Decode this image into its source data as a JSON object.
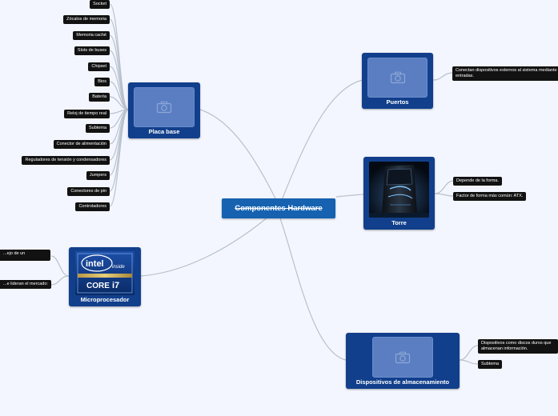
{
  "central": {
    "label": "Componentes Hardware"
  },
  "nodes": {
    "placa_base": {
      "label": "Placa base"
    },
    "puertos": {
      "label": "Puertos"
    },
    "torre": {
      "label": "Torre"
    },
    "microprocesador": {
      "label": "Microprocesador"
    },
    "almacenamiento": {
      "label": "Dispositivos de almacenamiento"
    }
  },
  "placa_base_items": [
    "Socket",
    "Zócalos de memoria",
    "Memoria caché",
    "Slots de buses",
    "Chipset",
    "Bios",
    "Batería",
    "Reloj de tiempo real",
    "Subtema",
    "Conector de alimentación",
    "Reguladores de tensión y condensadores",
    "Jumpers",
    "Conectores de pin",
    "Controladores"
  ],
  "puertos_items": {
    "0": "Conectan dispositivos externos al sistema mediante entradas."
  },
  "torre_items": {
    "0": "Depende de la forma.",
    "1": "Factor de forma más común: ATX."
  },
  "micro_items": {
    "0": "...ejo de un",
    "1": "...e lideran el mercado:"
  },
  "almac_items": {
    "0": "Dispositivos como discos duros que almacenan información.",
    "1": "Subtema"
  },
  "intel_logo": {
    "brand": "intel",
    "inside": "inside",
    "core": "CORE",
    "model": "i7"
  },
  "colors": {
    "background": "#f3f6fe",
    "central": "#1662b0",
    "node": "#113f8c",
    "placeholder": "#5a7ec1",
    "tag": "#121212",
    "link": "#b9c1cc"
  },
  "icons": {
    "placeholder": "camera-icon"
  }
}
